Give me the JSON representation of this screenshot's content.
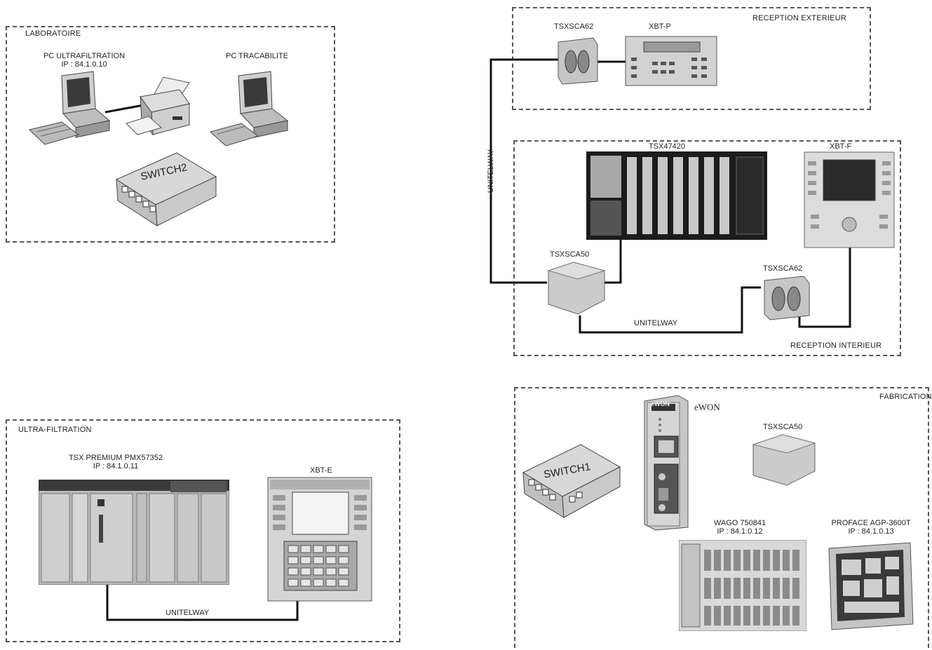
{
  "zones": {
    "laboratoire": {
      "title": "LABORATOIRE",
      "pc_ultra": {
        "name": "PC ULTRAFILTRATION",
        "ip": "IP : 84.1.0.10"
      },
      "pc_traca": {
        "name": "PC TRACABILITE"
      },
      "switch2": "SWITCH2"
    },
    "reception_ext": {
      "title": "RECEPTION EXTERIEUR",
      "tsxsca62": "TSXSCA62",
      "xbt_p": "XBT-P"
    },
    "reception_int": {
      "title": "RECEPTION INTERIEUR",
      "tsx47420": "TSX47420",
      "xbt_f": "XBT-F",
      "tsxsca50": "TSXSCA50",
      "tsxsca62": "TSXSCA62",
      "link_label": "UNITELWAY"
    },
    "vertical_link": "UNITELWAY",
    "ultrafiltration": {
      "title": "ULTRA-FILTRATION",
      "plc_name": "TSX PREMIUM PMX57352",
      "plc_ip": "IP : 84.1.0.11",
      "xbt_e": "XBT-E",
      "link_label": "UNITELWAY"
    },
    "fabrication": {
      "title": "FABRICATION",
      "ewon": "eWON",
      "ewon_brand": "eWON",
      "tsxsca50": "TSXSCA50",
      "switch1": "SWITCH1",
      "wago_name": "WAGO 750841",
      "wago_ip": "IP : 84.1.0.12",
      "proface_name": "PROFACE AGP-3600T",
      "proface_ip": "IP : 84.1.0.13"
    }
  },
  "colors": {
    "device_grey": "#c9c9c9",
    "device_dark": "#444444",
    "screen_dark": "#2a2a2a",
    "wire": "#111111"
  }
}
